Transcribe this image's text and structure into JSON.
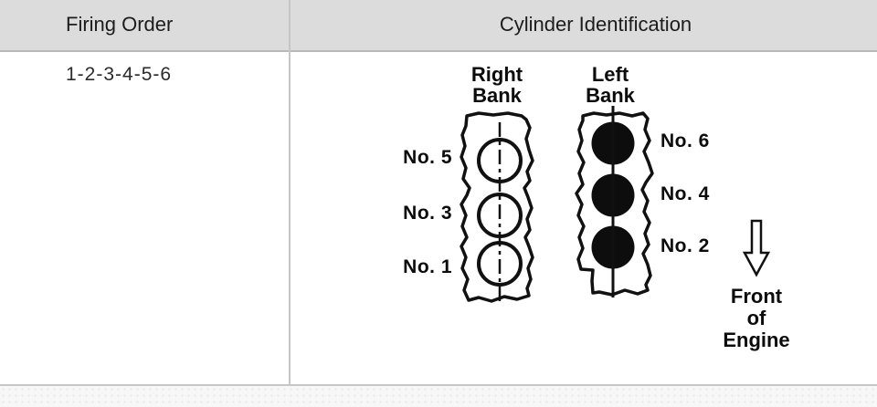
{
  "table": {
    "header": {
      "firing_order_col": "Firing Order",
      "cylinder_id_col": "Cylinder Identification"
    },
    "firing_order_value": "1-2-3-4-5-6"
  },
  "diagram": {
    "right_bank": {
      "label_line1": "Right",
      "label_line2": "Bank",
      "marker_style": "open-circle",
      "cylinders": [
        {
          "label": "No. 5"
        },
        {
          "label": "No. 3"
        },
        {
          "label": "No. 1"
        }
      ]
    },
    "left_bank": {
      "label_line1": "Left",
      "label_line2": "Bank",
      "marker_style": "filled-circle",
      "cylinders": [
        {
          "label": "No. 6"
        },
        {
          "label": "No. 4"
        },
        {
          "label": "No. 2"
        }
      ]
    },
    "front_label": {
      "line1": "Front",
      "line2": "of",
      "line3": "Engine"
    },
    "arrow_direction": "down"
  },
  "colors": {
    "header_bg": "#dcdcdc",
    "divider": "#c6c6c6",
    "header_border": "#b9b9b9",
    "ink": "#111111",
    "footer_bg": "#f7f7f7"
  }
}
